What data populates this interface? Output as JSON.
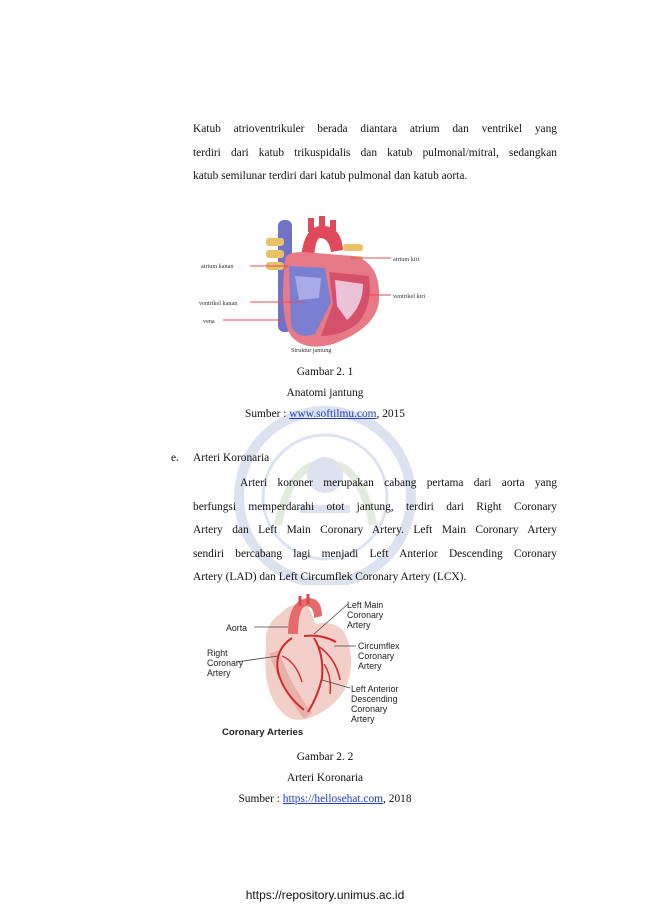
{
  "paragraph1": [
    "Katub atrioventrikuler berada diantara atrium dan ventrikel yang",
    "terdiri dari katub trikuspidalis dan katub pulmonal/mitral, sedangkan",
    "katub semilunar terdiri dari katub pulmonal dan katub aorta."
  ],
  "figure1": {
    "labels": {
      "atrium_kanan": "atrium kanan",
      "ventrikel_kanan": "ventrikel kanan",
      "vena": "vena",
      "atrium_kiri": "atrium kiri",
      "ventrikel_kiri": "ventrikel kiri",
      "struktur": "Struktur jantung"
    },
    "caption": {
      "number": "Gambar 2. 1",
      "title": "Anatomi jantung",
      "source_prefix": "Sumber : ",
      "source_link": "www.softilmu.com",
      "source_suffix": ", 2015"
    }
  },
  "section_e": {
    "marker": "e.",
    "title": "Arteri Koronaria",
    "paragraph": [
      "Arteri koroner merupakan cabang pertama dari aorta yang",
      "berfungsi memperdarahi otot jantung, terdiri dari Right Coronary",
      "Artery dan Left Main Coronary Artery. Left Main Coronary Artery",
      "sendiri bercabang lagi menjadi Left Anterior Descending Coronary",
      "Artery (LAD) dan Left Circumflek Coronary Artery (LCX)."
    ]
  },
  "figure2": {
    "labels": {
      "aorta": "Aorta",
      "rca": [
        "Right",
        "Coronary",
        "Artery"
      ],
      "lm": [
        "Left Main",
        "Coronary",
        "Artery"
      ],
      "cx": [
        "Circumflex",
        "Coronary",
        "Artery"
      ],
      "lad": [
        "Left Anterior",
        "Descending",
        "Coronary",
        "Artery"
      ],
      "title": "Coronary Arteries"
    },
    "caption": {
      "number": "Gambar 2. 2",
      "title": "Arteri Koronaria",
      "source_prefix": "Sumber : ",
      "source_link": "https://hellosehat.com",
      "source_suffix": ", 2018"
    }
  },
  "footer": {
    "url": "https://repository.unimus.ac.id"
  },
  "colors": {
    "link": "#1a3cc8",
    "heart_blue": "#6f73c8",
    "heart_red": "#e0495a",
    "label_line": "#e0495a",
    "coronary_red": "#d22a2a",
    "watermark": "#2f4fa0"
  }
}
